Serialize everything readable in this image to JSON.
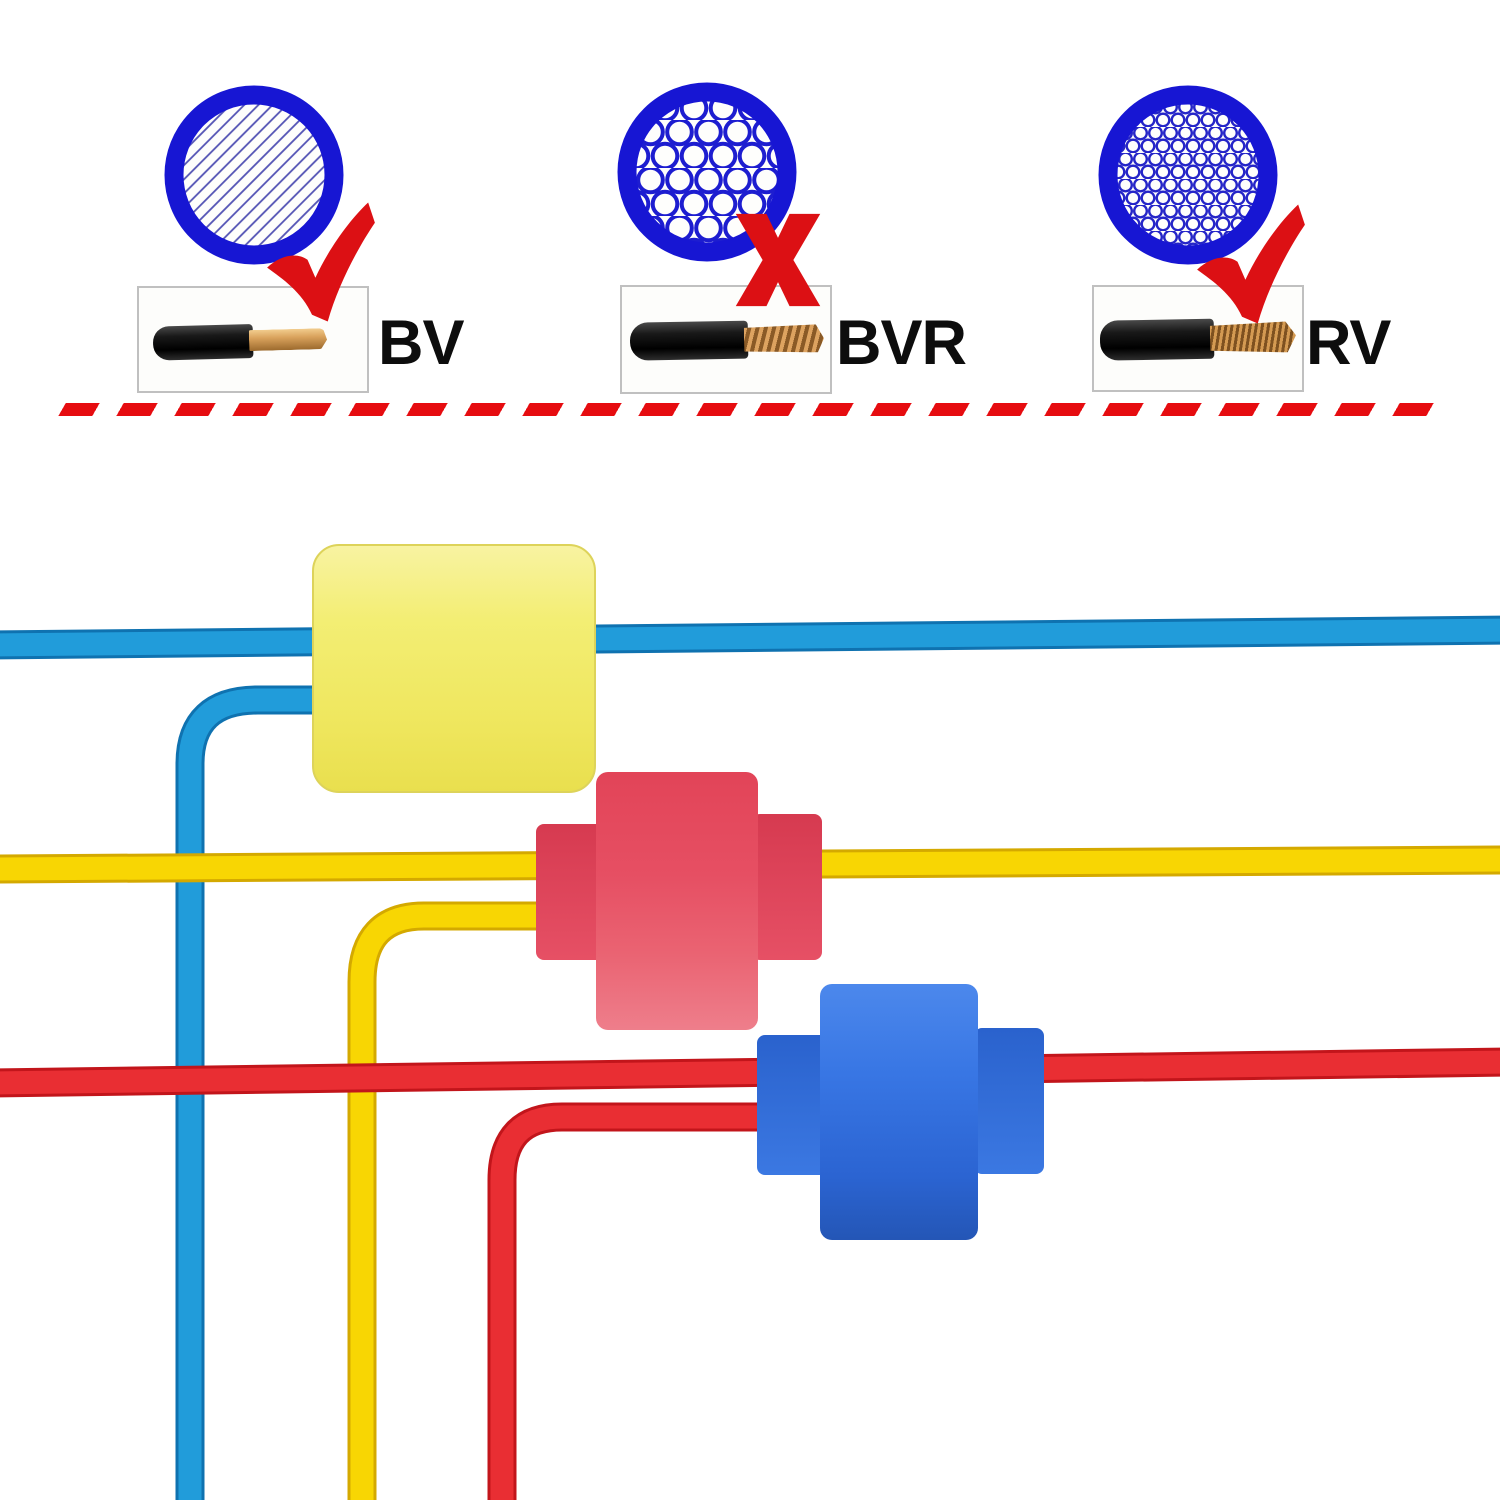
{
  "title": "T-tap wire connector compatibility infographic",
  "wire_types": [
    {
      "label": "BV",
      "mark": "check",
      "core_style": "solid single copper core",
      "cross_section_icon": "solid-core-diagonal-hatch-circle",
      "wire_photo": "black insulated wire with solid copper tip"
    },
    {
      "label": "BVR",
      "mark": "x",
      "core_style": "coarse stranded copper core",
      "cross_section_icon": "coarse-strand-circles-circle",
      "wire_photo": "black insulated wire with twisted stranded copper tip"
    },
    {
      "label": "RV",
      "mark": "check",
      "core_style": "fine stranded copper core",
      "cross_section_icon": "fine-strand-mesh-circle",
      "wire_photo": "black insulated wire with fine stranded copper tip"
    }
  ],
  "colors": {
    "ring_blue": "#1716d3",
    "hatch_blue": "#5353b4",
    "strand_blue": "#1d1dd0",
    "mark_red": "#dc1014",
    "label_text": "#0d0d0d",
    "divider_dash_red": "#e60c10",
    "box_border_gray": "#c0c0c0",
    "wire_blue": "#219cda",
    "wire_yellow": "#f8d603",
    "wire_red": "#e92e33",
    "connector_yellow": "#efe75f",
    "connector_red": "#e64f63",
    "connector_blue": "#3876e4"
  },
  "illustration": {
    "connectors": [
      {
        "body_color": "yellow",
        "hex": "#efe75f",
        "main_wire": "blue",
        "branch_wire": "blue"
      },
      {
        "body_color": "red",
        "hex": "#e64f63",
        "main_wire": "yellow",
        "branch_wire": "yellow"
      },
      {
        "body_color": "blue",
        "hex": "#3876e4",
        "main_wire": "red",
        "branch_wire": "red"
      }
    ]
  }
}
